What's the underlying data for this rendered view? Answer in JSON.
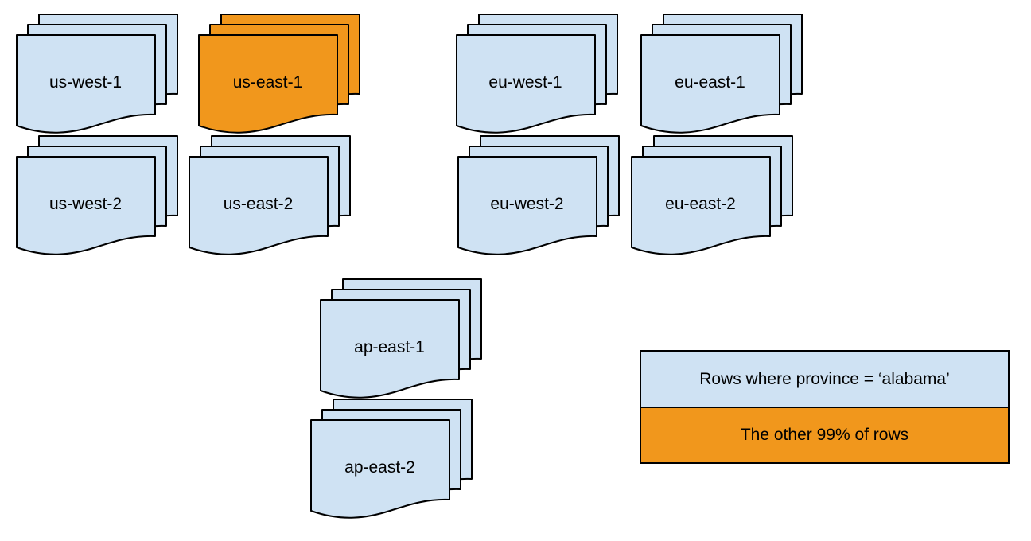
{
  "colors": {
    "region_fill": "#cfe2f3",
    "highlight_fill": "#f1971c",
    "stroke": "#000000",
    "text": "#000000"
  },
  "stacks": [
    {
      "label": "us-west-1",
      "color": "blue"
    },
    {
      "label": "us-east-1",
      "color": "orange"
    },
    {
      "label": "eu-west-1",
      "color": "blue"
    },
    {
      "label": "eu-east-1",
      "color": "blue"
    },
    {
      "label": "us-west-2",
      "color": "blue"
    },
    {
      "label": "us-east-2",
      "color": "blue"
    },
    {
      "label": "eu-west-2",
      "color": "blue"
    },
    {
      "label": "eu-east-2",
      "color": "blue"
    },
    {
      "label": "ap-east-1",
      "color": "blue"
    },
    {
      "label": "ap-east-2",
      "color": "blue"
    }
  ],
  "legend": {
    "rows": [
      {
        "label": "Rows where province = ‘alabama’",
        "color": "blue"
      },
      {
        "label": "The other 99% of rows",
        "color": "orange"
      }
    ]
  }
}
